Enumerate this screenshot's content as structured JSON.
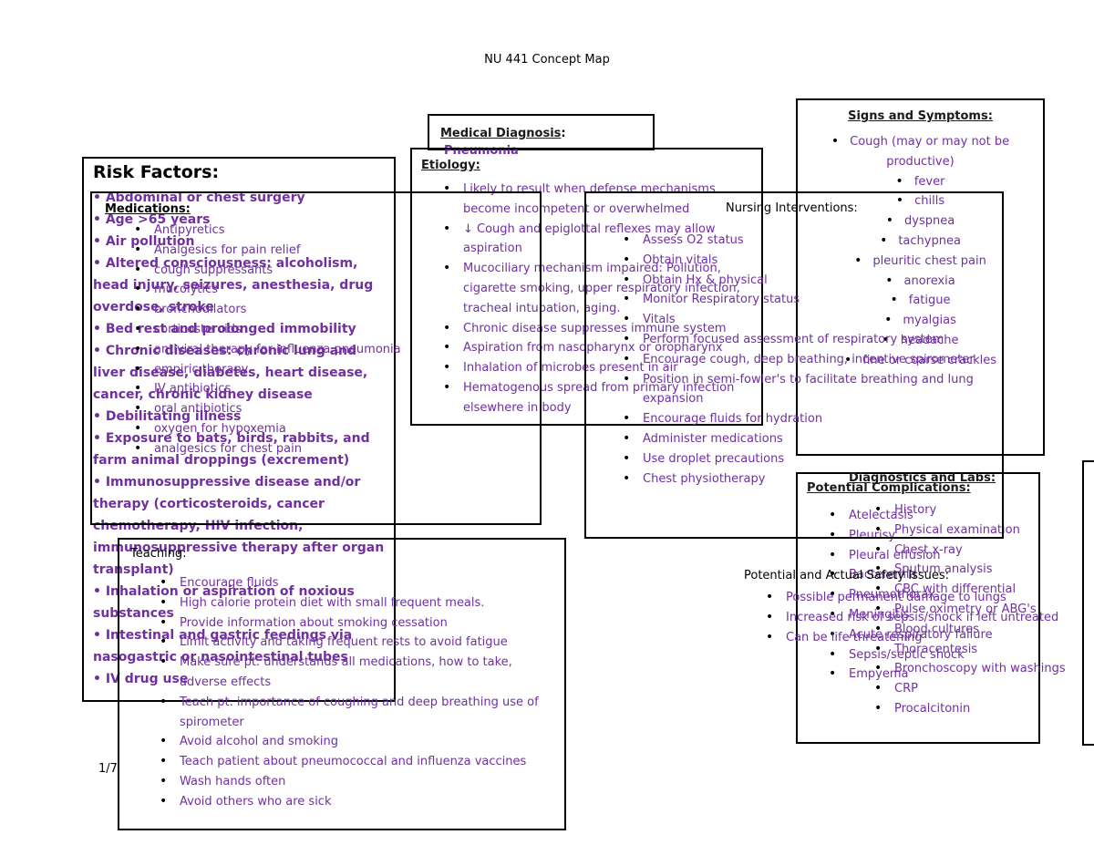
{
  "page_title": "NU 441 Concept Map",
  "page_number": "1/7",
  "medical_diagnosis": {
    "label": "Medical Diagnosis",
    "value": "Pneumonia"
  },
  "risk_factors": {
    "title": "Risk Factors:",
    "text": "• Abdominal or chest surgery\n• Age >65 years\n• Air pollution\n• Altered consciousness: alcoholism, head injury, seizures, anesthesia, drug overdose, stroke\n• Bed rest and prolonged immobility\n• Chronic diseases: chronic lung and liver disease, diabetes, heart disease, cancer, chronic kidney disease\n• Debilitating illness\n• Exposure to bats, birds, rabbits, and farm animal droppings (excrement)\n• Immunosuppressive disease and/or therapy (corticosteroids, cancer chemotherapy, HIV infection, immunosuppressive therapy after organ transplant)\n• Inhalation or aspiration of noxious substances\n• Intestinal and gastric feedings via nasogastric or nasointestinal tubes\n• IV drug use"
  },
  "medications": {
    "title": "Medications:",
    "items": [
      "Antipyretics",
      "Analgesics for pain relief",
      "cough suppressants",
      "mucolytics",
      "bronchodilators",
      "corticosteroids",
      "antiviral therapy for influenza pneumonia",
      "empiric therapy",
      "IV antibiotics",
      "oral antibiotics",
      "oxygen for hypoxemia",
      "analgesics for chest pain"
    ]
  },
  "etiology": {
    "title": "Etiology:",
    "items": [
      "Likely to result when defense mechanisms become incompetent or overwhelmed",
      "↓ Cough and epiglottal reflexes may allow aspiration",
      "Mucociliary mechanism impaired: Pollution, cigarette smoking, upper respiratory infection, tracheal intubation, aging.",
      "Chronic disease suppresses immune system",
      "Aspiration from nasopharynx or oropharynx",
      "Inhalation of microbes present in air",
      "Hematogenous spread from primary infection elsewhere in body"
    ]
  },
  "nursing_interventions": {
    "title": "Nursing Interventions:",
    "items": [
      "Assess O2 status",
      "Obtain vitals",
      "Obtain Hx & physical",
      "Monitor Respiratory status",
      "Vitals",
      "Perform focused assessment of respiratory system",
      "Encourage cough, deep breathing, incentive spirometer",
      "Position in semi-fowler's to facilitate breathing and lung expansion",
      "Encourage fluids for hydration",
      "Administer medications",
      "Use droplet precautions",
      "Chest physiotherapy"
    ]
  },
  "signs_symptoms": {
    "title": "Signs and Symptoms:",
    "items": [
      "Cough (may or may not be productive)",
      "fever",
      "chills",
      "dyspnea",
      "tachypnea",
      "pleuritic chest pain",
      "anorexia",
      "fatigue",
      "myalgias",
      "headache",
      "fine or coarse crackles"
    ]
  },
  "diagnostics": {
    "title": "Diagnostics and Labs:",
    "items": [
      "History",
      "Physical examination",
      "Chest x-ray",
      "Sputum analysis",
      "CBC with differential",
      "Pulse oximetry or ABG's",
      "Blood cultures",
      "Thoracentesis",
      "Bronchoscopy with washings",
      "CRP",
      "Procalcitonin"
    ]
  },
  "complications": {
    "title": "Potential Complications:",
    "items": [
      "Atelectasis",
      "Pleurisy",
      "Pleural effusion",
      "Bacteremia",
      "Pneumothorax",
      "Meningitis",
      "Acute respiratory failure",
      "Sepsis/septic shock",
      "Empyema"
    ]
  },
  "safety": {
    "title": "Potential and Actual Safety Issues:",
    "items": [
      "Possible permanent damage to lungs",
      "Increased risk of sepsis/shock if left untreated",
      "Can be life threatening"
    ]
  },
  "teaching": {
    "title": "Teaching:",
    "items": [
      "Encourage fluids",
      "High calorie protein diet with small frequent meals.",
      "Provide information about smoking cessation",
      "Limit activity and taking frequent rests to avoid fatigue",
      "Make sure pt. understands all medications, how to take, adverse effects",
      "Teach pt. importance of coughing and deep breathing use of spirometer",
      "Avoid alcohol and smoking",
      "Teach patient about pneumococcal and influenza vaccines",
      "Wash hands often",
      "Avoid others who are sick"
    ]
  }
}
